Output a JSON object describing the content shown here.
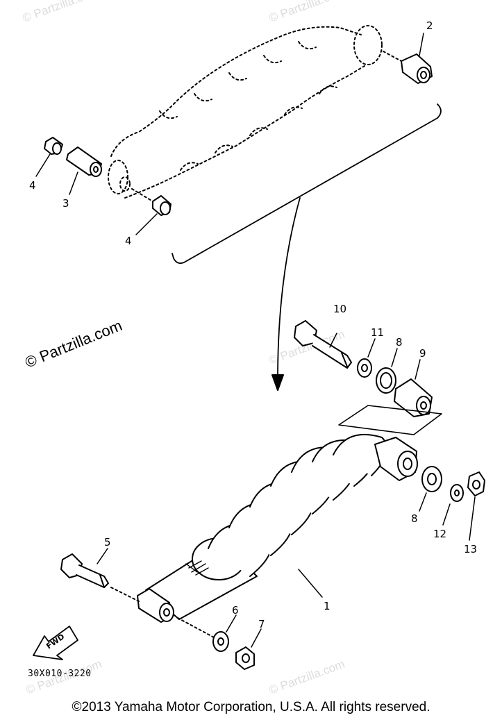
{
  "watermark_main": "© Partzilla.com",
  "watermark_faint": "© Partzilla.com",
  "part_code": "30X010-3220",
  "copyright": "©2013  Yamaha Motor Corporation, U.S.A. All rights reserved.",
  "fwd_label": "FWD",
  "callouts": {
    "c1": "1",
    "c2": "2",
    "c3": "3",
    "c4a": "4",
    "c4b": "4",
    "c5": "5",
    "c6": "6",
    "c7": "7",
    "c8a": "8",
    "c8b": "8",
    "c9": "9",
    "c10": "10",
    "c11": "11",
    "c12": "12",
    "c13": "13"
  }
}
